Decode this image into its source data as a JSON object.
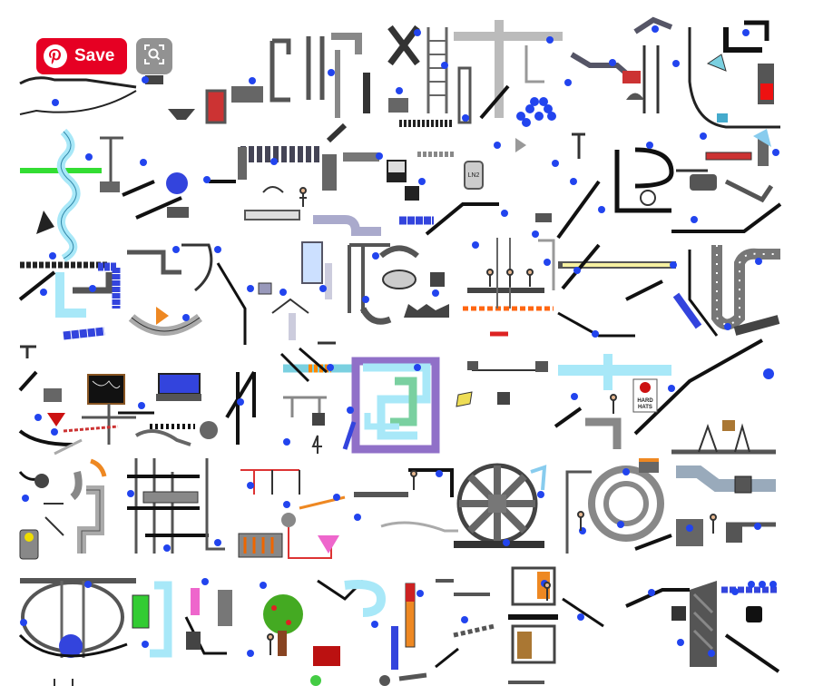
{
  "overlay": {
    "save_label": "Save",
    "save_icon": "pinterest-icon",
    "lens_icon": "visual-search-icon",
    "brand_color": "#e60023"
  },
  "scene_labels": {
    "gas_tank": "LN2",
    "sign_line1": "HARD",
    "sign_line2": "HATS"
  },
  "icons": [
    "pinterest-icon",
    "visual-search-icon",
    "machine-part-icons"
  ],
  "colors": {
    "ball": "#2244ee",
    "pipe_cyan": "#a8e8f8",
    "pipe_purple": "#9070c8",
    "pipe_green": "#7ad0a0",
    "laser_green": "#33dd33",
    "tree_green": "#44aa22",
    "danger_red": "#cc1111"
  }
}
